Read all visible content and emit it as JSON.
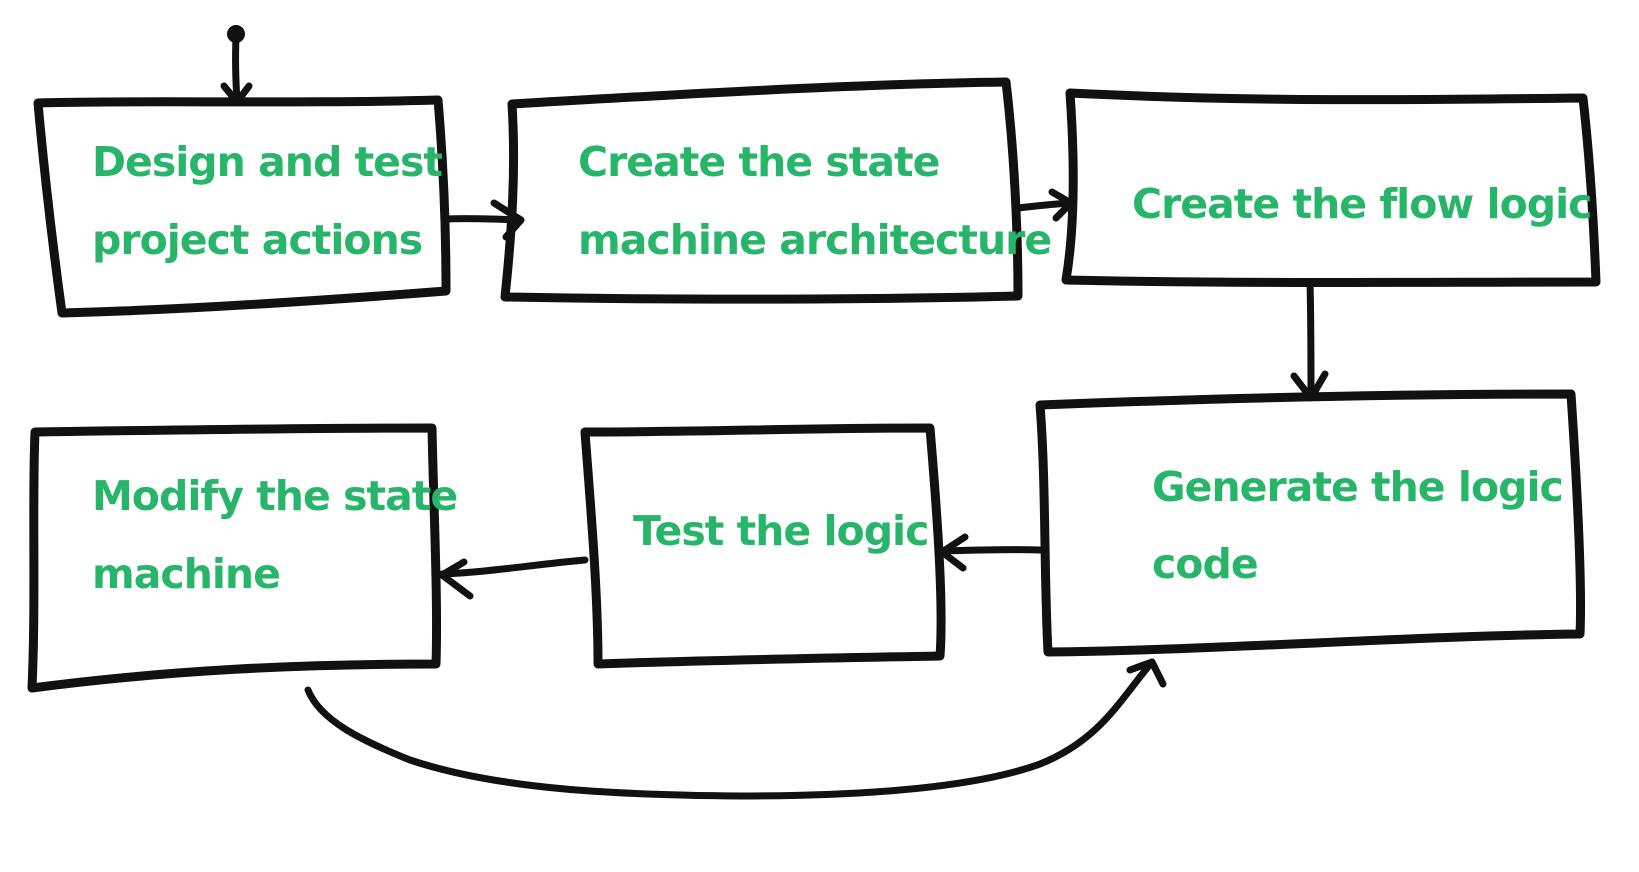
{
  "colors": {
    "text": "#27b56a",
    "stroke": "#111111",
    "background": "#ffffff"
  },
  "nodes": [
    {
      "id": "design",
      "lines": [
        "Design and test",
        "project actions"
      ]
    },
    {
      "id": "create-arch",
      "lines": [
        "Create the state",
        "machine architecture"
      ]
    },
    {
      "id": "flow",
      "lines": [
        "Create the flow logic"
      ]
    },
    {
      "id": "generate",
      "lines": [
        "Generate the logic",
        "code"
      ]
    },
    {
      "id": "test",
      "lines": [
        "Test the logic"
      ]
    },
    {
      "id": "modify",
      "lines": [
        "Modify the state",
        "machine"
      ]
    }
  ]
}
